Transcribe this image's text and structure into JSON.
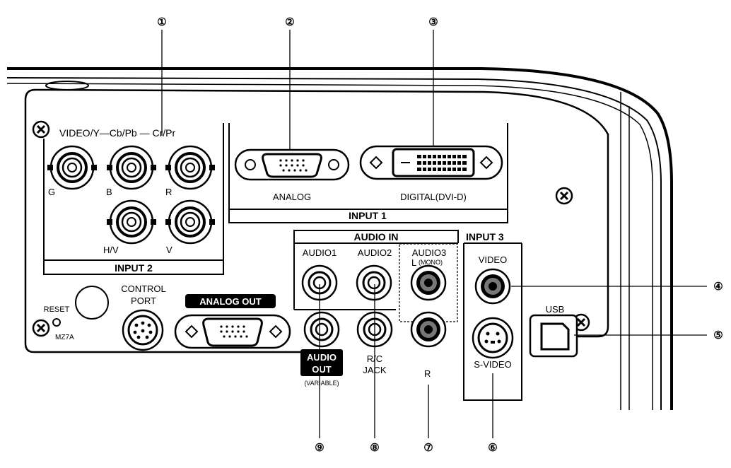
{
  "callouts": [
    "①",
    "②",
    "③",
    "④",
    "⑤",
    "⑥",
    "⑦",
    "⑧",
    "⑨"
  ],
  "input2": {
    "group_label": "INPUT 2",
    "top_row_label": "VIDEO/Y—Cb/Pb — Cr/Pr",
    "jacks": [
      "G",
      "B",
      "R",
      "H/V",
      "V"
    ]
  },
  "input1": {
    "group_label": "INPUT 1",
    "analog": "ANALOG",
    "digital": "DIGITAL(DVI-D)"
  },
  "audio_in": {
    "group_label": "AUDIO IN",
    "audio1": "AUDIO1",
    "audio2": "AUDIO2",
    "audio3": "AUDIO3",
    "audio3_l": "L",
    "audio3_mono": "(MONO)",
    "audio3_r": "R"
  },
  "input3": {
    "group_label": "INPUT 3",
    "video": "VIDEO",
    "svideo": "S-VIDEO"
  },
  "usb": "USB",
  "control_port": [
    "CONTROL",
    "PORT"
  ],
  "reset": "RESET",
  "analog_out": "ANALOG OUT",
  "audio_out": [
    "AUDIO",
    "OUT"
  ],
  "variable": "(VARIABLE)",
  "rc_jack": [
    "R/C",
    "JACK"
  ],
  "model": "MZ7A"
}
